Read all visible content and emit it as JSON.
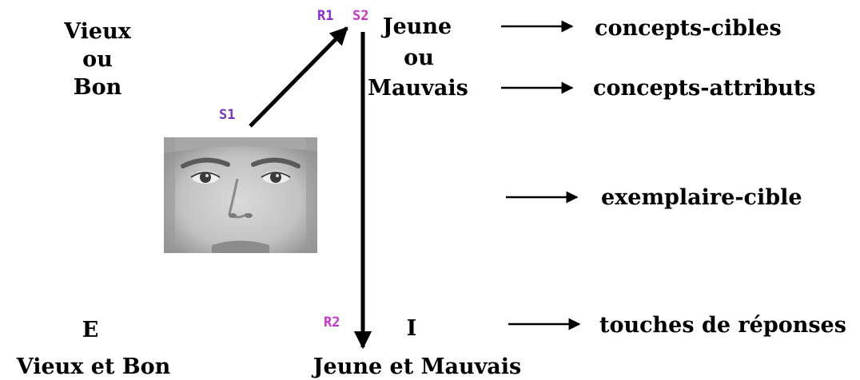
{
  "left": {
    "line1": "Vieux",
    "line2": "ou",
    "line3": "Bon",
    "key": "E",
    "bottom": "Vieux et Bon"
  },
  "center": {
    "line1": "Jeune",
    "line2": "ou",
    "line3": "Mauvais",
    "key": "I",
    "bottom": "Jeune et Mauvais"
  },
  "markers": {
    "r1": "R1",
    "s2": "S2",
    "s1": "S1",
    "r2": "R2"
  },
  "right": {
    "target_concepts": "concepts-cibles",
    "attribute_concepts": "concepts-attributs",
    "target_exemplar": "exemplaire-cible",
    "response_keys": "touches de réponses"
  },
  "colors": {
    "r1": "#8a2be2",
    "s2": "#cc33cc",
    "s1": "#7a33cc",
    "r2": "#cc33cc"
  }
}
